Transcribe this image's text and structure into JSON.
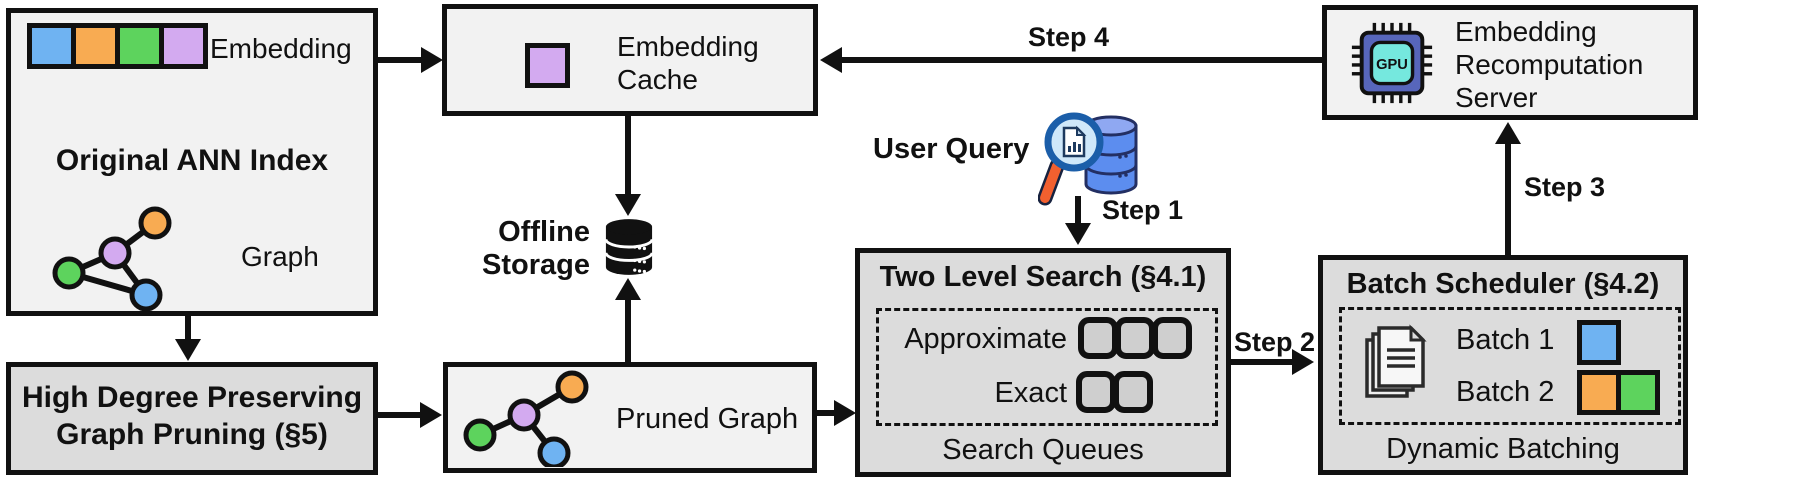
{
  "colors": {
    "blue": "#6fb3f2",
    "orange": "#f8ab52",
    "green": "#5dd35d",
    "purple": "#d3aaf0"
  },
  "original_index": {
    "embedding_label": "Embedding",
    "title": "Original ANN Index",
    "graph_label": "Graph"
  },
  "graph_pruning": {
    "line1": "High Degree Preserving",
    "line2": "Graph Pruning (§5)"
  },
  "embedding_cache": {
    "line1": "Embedding",
    "line2": "Cache"
  },
  "offline_storage": {
    "line1": "Offline",
    "line2": "Storage",
    "icon": "database-icon"
  },
  "pruned_graph": {
    "label": "Pruned Graph"
  },
  "user_query": {
    "label": "User Query",
    "icon": "magnifier-database-icon"
  },
  "two_level_search": {
    "title": "Two Level Search (§4.1)",
    "approximate_label": "Approximate",
    "exact_label": "Exact",
    "approximate_queue_count": 3,
    "exact_queue_count": 2,
    "footer": "Search Queues"
  },
  "batch_scheduler": {
    "title": "Batch Scheduler (§4.2)",
    "batch1_label": "Batch 1",
    "batch2_label": "Batch 2",
    "footer": "Dynamic Batching",
    "icon": "documents-icon"
  },
  "recomputation_server": {
    "line1": "Embedding",
    "line2": "Recomputation",
    "line3": "Server",
    "chip_label": "GPU",
    "icon": "gpu-chip-icon"
  },
  "steps": {
    "step1": "Step 1",
    "step2": "Step 2",
    "step3": "Step 3",
    "step4": "Step 4"
  }
}
